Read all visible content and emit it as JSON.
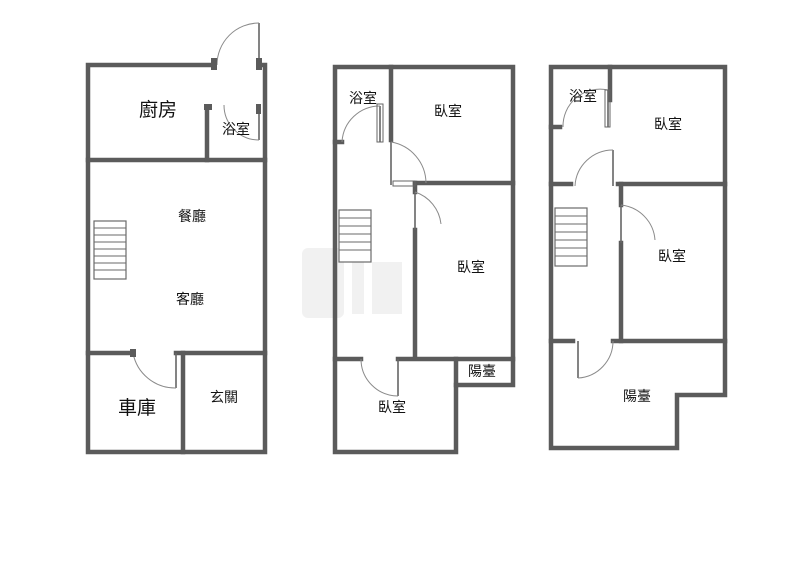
{
  "floor_plan": {
    "floor1": {
      "kitchen": "廚房",
      "bathroom": "浴室",
      "dining_room": "餐廳",
      "living_room": "客廳",
      "garage": "車庫",
      "entrance": "玄關"
    },
    "floor2": {
      "bathroom": "浴室",
      "bedroom_top": "臥室",
      "bedroom_middle": "臥室",
      "bedroom_bottom": "臥室",
      "balcony": "陽臺"
    },
    "floor3": {
      "bathroom": "浴室",
      "bedroom_top": "臥室",
      "bedroom_middle": "臥室",
      "balcony": "陽臺"
    }
  },
  "colors": {
    "wall": "#5b5b5b",
    "background": "#ffffff",
    "text": "#111111"
  }
}
